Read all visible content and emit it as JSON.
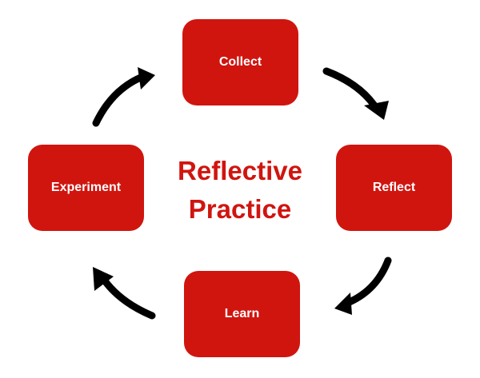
{
  "title": {
    "line1": "Reflective",
    "line2": "Practice"
  },
  "steps": [
    "Collect",
    "Reflect",
    "Learn",
    "Experiment"
  ],
  "colors": {
    "box": "#d0150f",
    "arrow": "#000000",
    "title": "#d0150f"
  }
}
